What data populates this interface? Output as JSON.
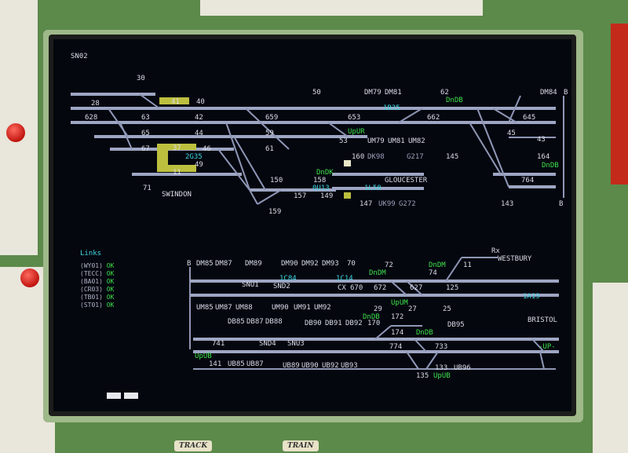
{
  "screen": {
    "panel_id": "SN02",
    "stations": {
      "swindon": "SWINDON",
      "gloucester": "GLOUCESTER",
      "westbury": "WESTBURY",
      "bristol": "BRISTOL"
    },
    "platform_text": "-UP-",
    "links": {
      "title": "Links",
      "items": [
        {
          "code": "(WY01)",
          "status": "OK"
        },
        {
          "code": "(TECC)",
          "status": "OK"
        },
        {
          "code": "(BA01)",
          "status": "OK"
        },
        {
          "code": "(CR03)",
          "status": "OK"
        },
        {
          "code": "(TB01)",
          "status": "OK"
        },
        {
          "code": "(ST01)",
          "status": "OK"
        }
      ]
    },
    "upper_labels": {
      "s30": "30",
      "s50": "50",
      "dm79": "DM79",
      "dm81": "DM81",
      "s62": "62",
      "dndb": "DnDB",
      "dm84": "DM84",
      "b1": "B",
      "s28": "28",
      "s628": "628",
      "s63": "63",
      "s42": "42",
      "s659": "659",
      "s653": "653",
      "s662": "662",
      "s645": "645",
      "b1b35": "1B35",
      "s65": "65",
      "s44": "44",
      "s59": "59",
      "upur": "UpUR",
      "s45": "45",
      "s43": "43",
      "s67": "67",
      "s46": "46",
      "s61": "61",
      "s53": "53",
      "um79": "UM79",
      "um81": "UM81",
      "um82": "UM82",
      "s2g35": "2G35",
      "s145": "145",
      "s160": "160",
      "dk98": "DK98",
      "g217": "G217",
      "s164": "164",
      "dndb2": "DnDB",
      "dndk": "DnDK",
      "s158": "158",
      "s150": "150",
      "s71": "71",
      "s764": "764",
      "s0u13": "0U13",
      "s149": "149",
      "s1l58": "1L58",
      "s157": "157",
      "s147": "147",
      "uk99": "UK99",
      "g272": "G272",
      "s143": "143",
      "b2": "B",
      "s159": "159",
      "s41": "41",
      "s40": "40",
      "s37": "37",
      "s11": "11",
      "s49": "49"
    },
    "lower_labels": {
      "b3": "B",
      "dm85": "DM85",
      "dm87": "DM87",
      "dm89": "DM89",
      "dm90": "DM90",
      "dm92": "DM92",
      "dm93": "DM93",
      "s70": "70",
      "s72": "72",
      "dndm": "DnDM",
      "s11b": "11",
      "rx": "Rx",
      "snu1": "SNU1",
      "s1c84": "1C84",
      "snd2": "SND2",
      "s1c14": "1C14",
      "dndm2": "DnDM",
      "s74": "74",
      "cx": "CX",
      "s670": "670",
      "s672": "672",
      "s627": "627",
      "s125": "125",
      "um85": "UM85",
      "um87": "UM87",
      "um88": "UM88",
      "um90": "UM90",
      "um91": "UM91",
      "um92": "UM92",
      "s29": "29",
      "upum": "UpUM",
      "s27": "27",
      "s25": "25",
      "s1a19": "1A19",
      "db85": "DB85",
      "db87": "DB87",
      "db88": "DB88",
      "db90": "DB90",
      "db91": "DB91",
      "db92": "DB92",
      "s170": "170",
      "dndb3": "DnDB",
      "s172": "172",
      "s174": "174",
      "dndb4": "DnDB",
      "db95": "DB95",
      "s741": "741",
      "snd4": "SND4",
      "snu3": "SNU3",
      "s774": "774",
      "s733": "733",
      "upub": "UpUB",
      "s141": "141",
      "ub85": "UB85",
      "ub87": "UB87",
      "ub89": "UB89",
      "ub90": "UB90",
      "ub92": "UB92",
      "ub93": "UB93",
      "s133": "133",
      "upub2": "UpUB",
      "ub96": "UB96",
      "s135": "135"
    }
  },
  "stickers": {
    "left": "TRACK",
    "right": "TRAIN"
  }
}
